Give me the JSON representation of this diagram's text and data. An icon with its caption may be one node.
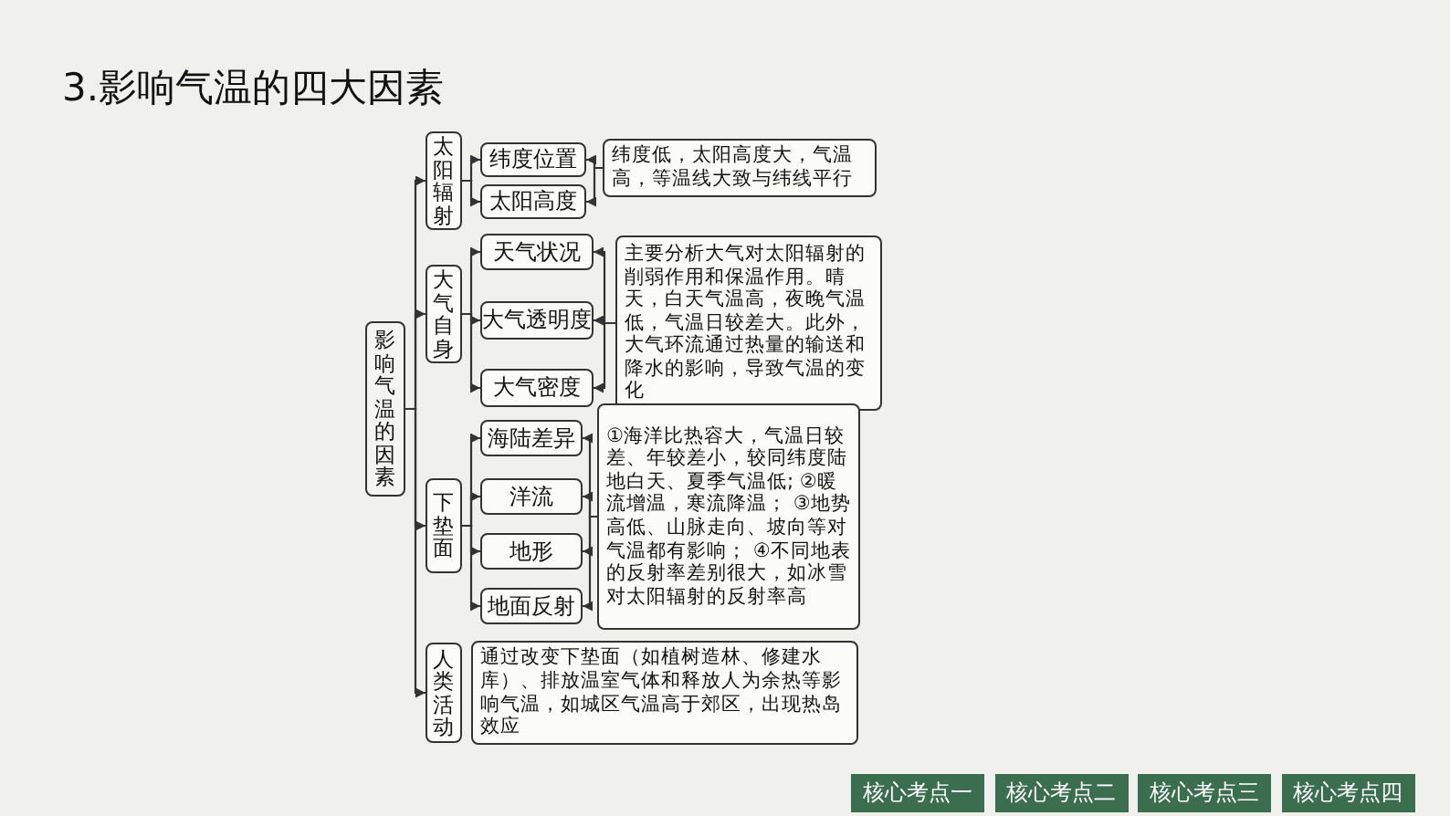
{
  "diagram": {
    "title": "3.影响气温的四大因素",
    "nodes": [
      {
        "text": [
          "影响气温的因素"
        ]
      },
      {
        "text": [
          "太阳辐射"
        ]
      },
      {
        "text": [
          "纬度位置"
        ]
      },
      {
        "text": [
          "太阳高度"
        ]
      },
      {
        "text": [
          "纬度低，太阳高度大，气温高，等温线大致与纬线平行"
        ]
      },
      {
        "text": [
          "大气自身"
        ]
      },
      {
        "text": [
          "天气状况"
        ]
      },
      {
        "text": [
          "大气透明度"
        ]
      },
      {
        "text": [
          "大气密度"
        ]
      },
      {
        "text": [
          "主要分析大气对太阳辐射的削弱作用和保温作用。晴天，白天气温高，夜晚气温低，气温日较差大。此外，大气环流通过热量的输送和降水的影响，导致气温的变化"
        ]
      },
      {
        "text": [
          "下垫面"
        ]
      },
      {
        "text": [
          "海陆差异"
        ]
      },
      {
        "text": [
          "洋流"
        ]
      },
      {
        "text": [
          "地形"
        ]
      },
      {
        "text": [
          "地面反射"
        ]
      },
      {
        "text": [
          "①海洋比热容大，气温日较差、年较差小，较同纬度陆地白天、夏季气温低; ②暖流增温，寒流降温； ③地势高低、山脉走向、坡向等对气温都有影响； ④不同地表的反射率差别很大，如冰雪对太阳辐射的反射率高"
        ]
      },
      {
        "text": [
          "人类活动"
        ]
      },
      {
        "text": [
          "通过改变下垫面（如植树造林、修建水库）、排放温室气体和释放人为余热等影响气温，如城区气温高于郊区，出现热岛效应"
        ]
      }
    ],
    "edges": [
      {
        "from": 0,
        "to": 1,
        "arrow": "to"
      },
      {
        "from": 0,
        "to": 5,
        "arrow": "to"
      },
      {
        "from": 0,
        "to": 10,
        "arrow": "to"
      },
      {
        "from": 0,
        "to": 16,
        "arrow": "to"
      },
      {
        "from": 1,
        "to": 2,
        "arrow": "to"
      },
      {
        "from": 1,
        "to": 3,
        "arrow": "to"
      },
      {
        "from": 4,
        "to": 2,
        "arrow": "to"
      },
      {
        "from": 4,
        "to": 3,
        "arrow": "to"
      },
      {
        "from": 5,
        "to": 6,
        "arrow": "to"
      },
      {
        "from": 5,
        "to": 7,
        "arrow": "to"
      },
      {
        "from": 5,
        "to": 8,
        "arrow": "to"
      },
      {
        "from": 9,
        "to": 6,
        "arrow": "to"
      },
      {
        "from": 9,
        "to": 7,
        "arrow": "to"
      },
      {
        "from": 9,
        "to": 8,
        "arrow": "to"
      },
      {
        "from": 10,
        "to": 11,
        "arrow": "to"
      },
      {
        "from": 10,
        "to": 12,
        "arrow": "to"
      },
      {
        "from": 10,
        "to": 13,
        "arrow": "to"
      },
      {
        "from": 10,
        "to": 14,
        "arrow": "to"
      },
      {
        "from": 15,
        "to": 11,
        "arrow": "to"
      },
      {
        "from": 15,
        "to": 12,
        "arrow": "to"
      },
      {
        "from": 15,
        "to": 13,
        "arrow": "to"
      },
      {
        "from": 15,
        "to": 14,
        "arrow": "to"
      }
    ],
    "labels": [
      "核心考点一",
      "核心考点二",
      "核心考点三",
      "核心考点四"
    ]
  }
}
